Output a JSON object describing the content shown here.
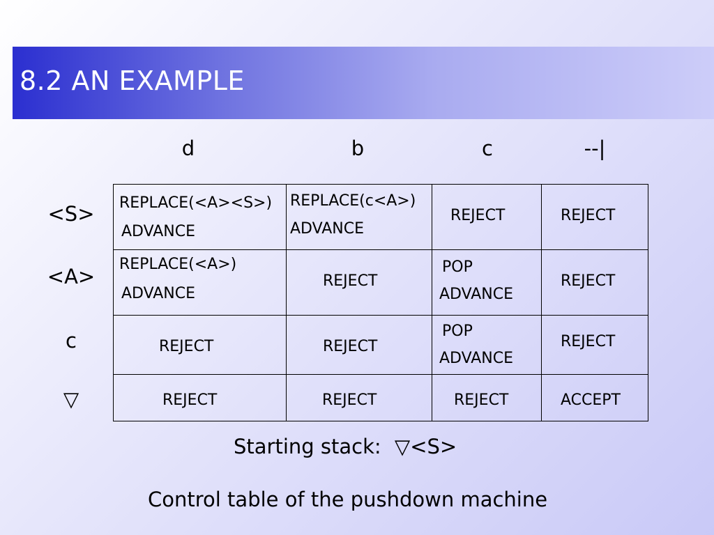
{
  "title": "8.2 AN EXAMPLE",
  "columns": [
    "d",
    "b",
    "c",
    "--|"
  ],
  "rows": [
    "<S>",
    "<A>",
    "c",
    "▽"
  ],
  "cells": [
    [
      {
        "line1": "REPLACE(<A><S>)",
        "line2": "ADVANCE"
      },
      {
        "line1": "REPLACE(c<A>)",
        "line2": "ADVANCE"
      },
      {
        "line1": "REJECT"
      },
      {
        "line1": "REJECT"
      }
    ],
    [
      {
        "line1": "REPLACE(<A>)",
        "line2": "ADVANCE"
      },
      {
        "line1": "REJECT"
      },
      {
        "line1": "POP",
        "line2": "ADVANCE"
      },
      {
        "line1": "REJECT"
      }
    ],
    [
      {
        "line1": "REJECT"
      },
      {
        "line1": "REJECT"
      },
      {
        "line1": "POP",
        "line2": "ADVANCE"
      },
      {
        "line1": "REJECT"
      }
    ],
    [
      {
        "line1": "REJECT"
      },
      {
        "line1": "REJECT"
      },
      {
        "line1": "REJECT"
      },
      {
        "line1": "ACCEPT"
      }
    ]
  ],
  "starting_stack_label": "Starting stack:",
  "starting_stack_value": "▽<S>",
  "caption": "Control table of the pushdown machine"
}
